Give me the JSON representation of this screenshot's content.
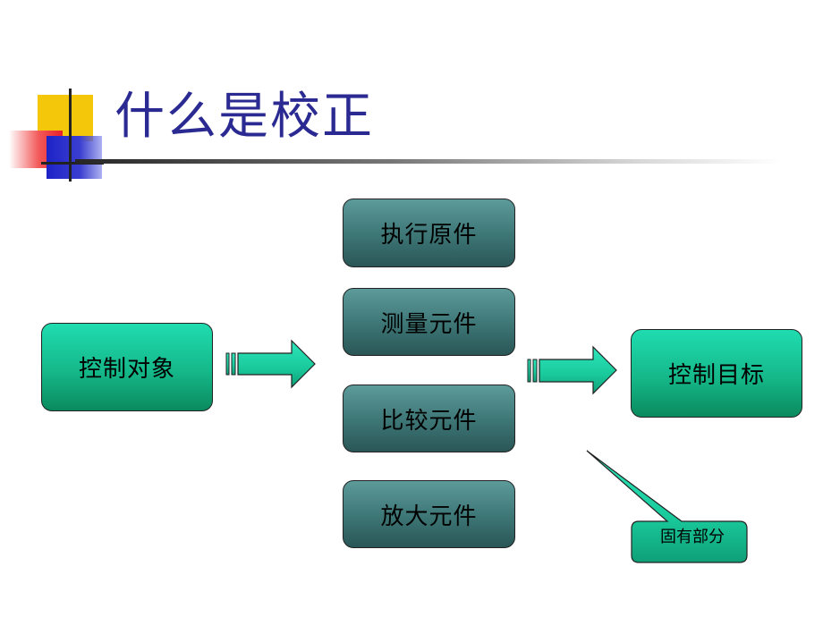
{
  "slide": {
    "title": "什么是校正"
  },
  "diagram": {
    "source_box": "控制对象",
    "components": [
      "执行原件",
      "测量元件",
      "比较元件",
      "放大元件"
    ],
    "target_box": "控制目标",
    "callout": "固有部分"
  },
  "colors": {
    "title_text": "#2a2a92",
    "green_box": "#15b889",
    "dark_box": "#3d7575",
    "arrow_fill": "#19c99b"
  }
}
